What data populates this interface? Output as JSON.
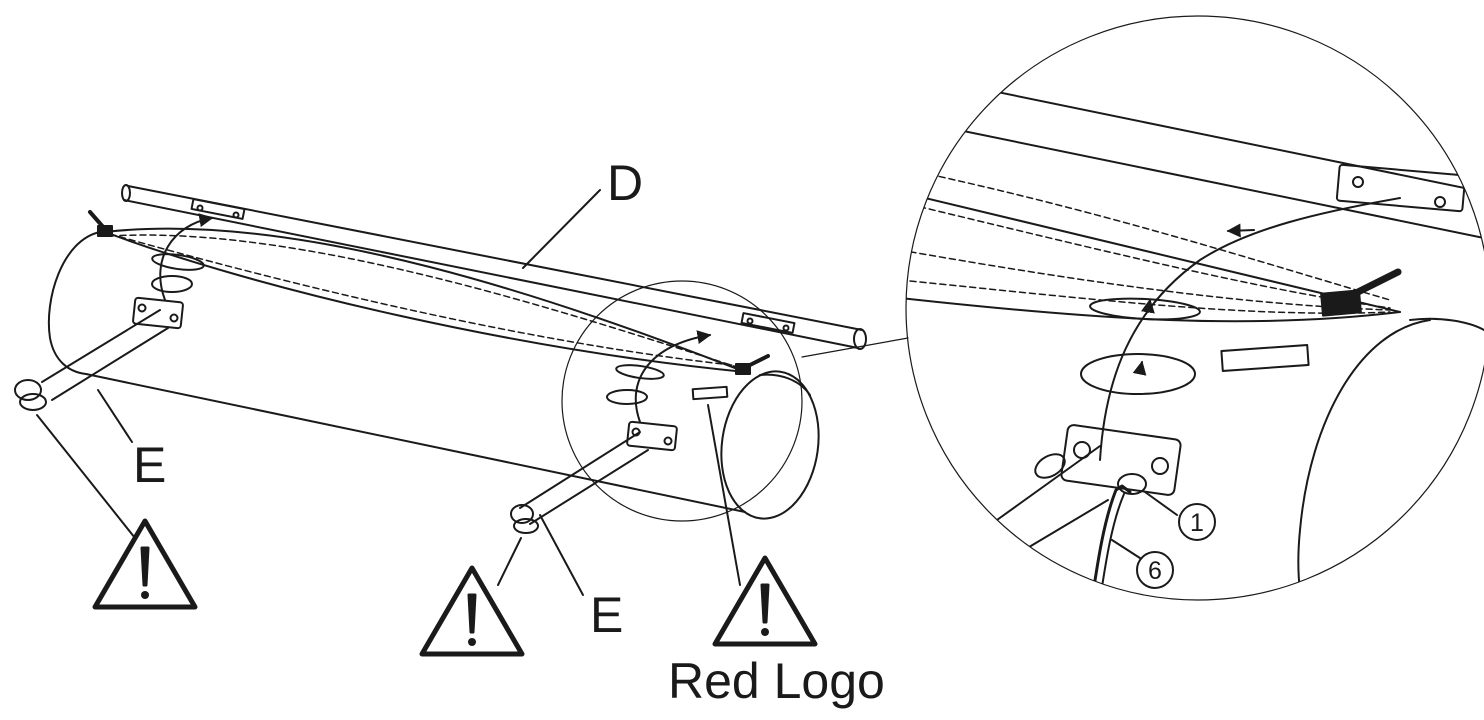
{
  "labels": {
    "d": "D",
    "e_left": "E",
    "e_right": "E",
    "red_logo": "Red Logo"
  },
  "callouts": {
    "one": "1",
    "six": "6"
  },
  "icons": {
    "warning": "warning-triangle-icon"
  },
  "colors": {
    "ink": "#1a1a1a",
    "background": "#ffffff"
  }
}
